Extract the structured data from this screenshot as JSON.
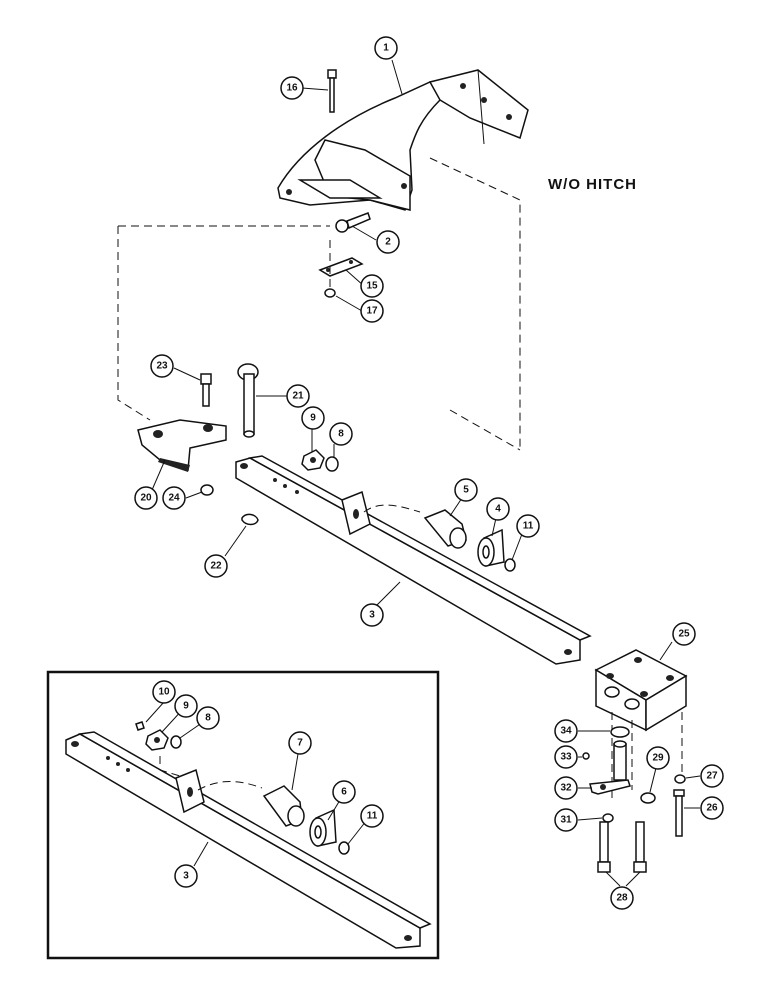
{
  "title": "W/O HITCH",
  "callouts": [
    {
      "id": "c1",
      "label": "1"
    },
    {
      "id": "c2",
      "label": "2"
    },
    {
      "id": "c3",
      "label": "3"
    },
    {
      "id": "c3b",
      "label": "3"
    },
    {
      "id": "c4",
      "label": "4"
    },
    {
      "id": "c5",
      "label": "5"
    },
    {
      "id": "c6",
      "label": "6"
    },
    {
      "id": "c7",
      "label": "7"
    },
    {
      "id": "c8",
      "label": "8"
    },
    {
      "id": "c8b",
      "label": "8"
    },
    {
      "id": "c9",
      "label": "9"
    },
    {
      "id": "c9b",
      "label": "9"
    },
    {
      "id": "c10",
      "label": "10"
    },
    {
      "id": "c11",
      "label": "11"
    },
    {
      "id": "c11b",
      "label": "11"
    },
    {
      "id": "c15",
      "label": "15"
    },
    {
      "id": "c16",
      "label": "16"
    },
    {
      "id": "c17",
      "label": "17"
    },
    {
      "id": "c20",
      "label": "20"
    },
    {
      "id": "c21",
      "label": "21"
    },
    {
      "id": "c22",
      "label": "22"
    },
    {
      "id": "c23",
      "label": "23"
    },
    {
      "id": "c24",
      "label": "24"
    },
    {
      "id": "c25",
      "label": "25"
    },
    {
      "id": "c26",
      "label": "26"
    },
    {
      "id": "c27",
      "label": "27"
    },
    {
      "id": "c28",
      "label": "28"
    },
    {
      "id": "c29",
      "label": "29"
    },
    {
      "id": "c31",
      "label": "31"
    },
    {
      "id": "c32",
      "label": "32"
    },
    {
      "id": "c33",
      "label": "33"
    },
    {
      "id": "c34",
      "label": "34"
    }
  ]
}
